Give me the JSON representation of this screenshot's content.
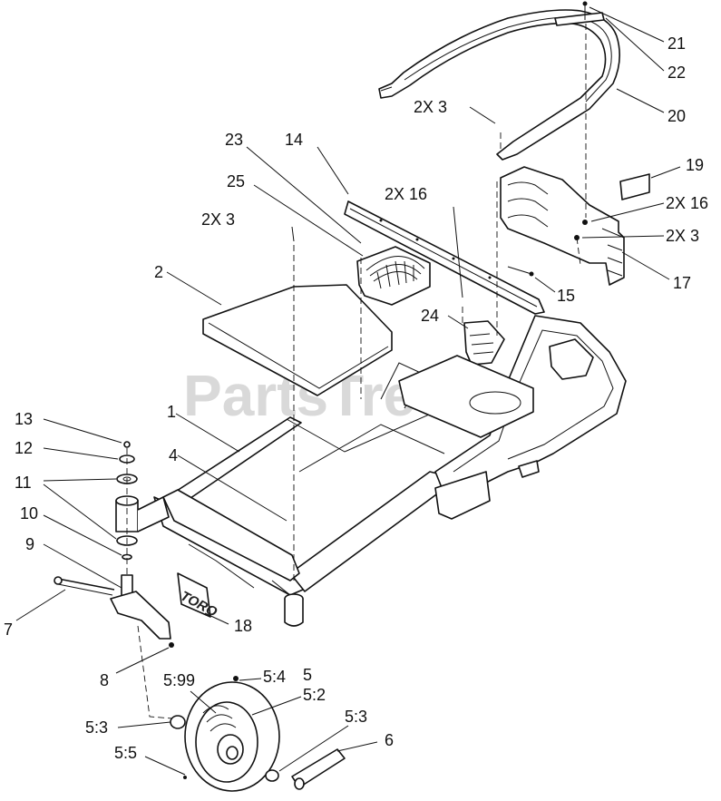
{
  "watermark": {
    "text": "PartsTree",
    "tm": "TM"
  },
  "logo": {
    "text": "TORO"
  },
  "labels": [
    {
      "id": "l21",
      "text": "21"
    },
    {
      "id": "l22",
      "text": "22"
    },
    {
      "id": "l20",
      "text": "20"
    },
    {
      "id": "l2x3a",
      "text": "2X  3"
    },
    {
      "id": "l23",
      "text": "23"
    },
    {
      "id": "l14",
      "text": "14"
    },
    {
      "id": "l19",
      "text": "19"
    },
    {
      "id": "l25",
      "text": "25"
    },
    {
      "id": "l2x16a",
      "text": "2X   16"
    },
    {
      "id": "l2x16b",
      "text": "2X 16"
    },
    {
      "id": "l2x3b",
      "text": "2X  3"
    },
    {
      "id": "l2x3c",
      "text": "2X  3"
    },
    {
      "id": "l17",
      "text": "17"
    },
    {
      "id": "l2",
      "text": "2"
    },
    {
      "id": "l15",
      "text": "15"
    },
    {
      "id": "l24",
      "text": "24"
    },
    {
      "id": "l1",
      "text": "1"
    },
    {
      "id": "l13",
      "text": "13"
    },
    {
      "id": "l12",
      "text": "12"
    },
    {
      "id": "l4",
      "text": "4"
    },
    {
      "id": "l11",
      "text": "11"
    },
    {
      "id": "l10",
      "text": "10"
    },
    {
      "id": "l9",
      "text": "9"
    },
    {
      "id": "l7",
      "text": "7"
    },
    {
      "id": "l18",
      "text": "18"
    },
    {
      "id": "l8",
      "text": "8"
    },
    {
      "id": "l5_4",
      "text": "5:4"
    },
    {
      "id": "l5",
      "text": "5"
    },
    {
      "id": "l5_99",
      "text": "5:99"
    },
    {
      "id": "l5_2",
      "text": "5:2"
    },
    {
      "id": "l5_3a",
      "text": "5:3"
    },
    {
      "id": "l5_3b",
      "text": "5:3"
    },
    {
      "id": "l6",
      "text": "6"
    },
    {
      "id": "l5_5",
      "text": "5:5"
    }
  ]
}
